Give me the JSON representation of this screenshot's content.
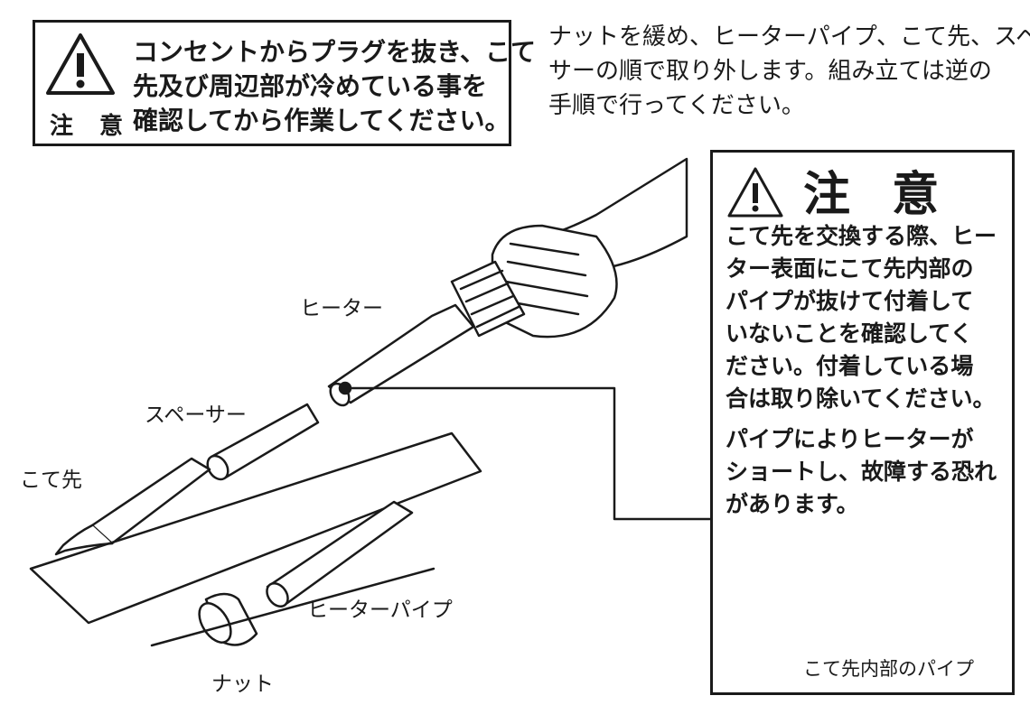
{
  "top_warning": {
    "title": "注 意",
    "lines": [
      "コンセントからプラグを抜き、こて",
      "先及び周辺部が冷めている事を",
      "確認してから作業してください。"
    ]
  },
  "instruction": {
    "lines": [
      "ナットを緩め、ヒーターパイプ、こて先、スペー",
      "サーの順で取り外します。組み立ては逆の",
      "手順で行ってください。"
    ]
  },
  "caution_box": {
    "title": "注 意",
    "paragraph1": [
      "こて先を交換する際、ヒー",
      "ター表面にこて先内部の",
      "パイプが抜けて付着して",
      "いないことを確認してく",
      "ださい。付着している場",
      "合は取り除いてください。"
    ],
    "paragraph2": [
      "パイプによりヒーターが",
      "ショートし、故障する恐れ",
      "があります。"
    ],
    "pipe_label": "こて先内部のパイプ"
  },
  "labels": {
    "heater": "ヒーター",
    "spacer": "スペーサー",
    "tip": "こて先",
    "heater_pipe": "ヒーターパイプ",
    "nut": "ナット"
  },
  "colors": {
    "ink": "#1a1a1a",
    "pipe_fill": "#8c8c8c"
  }
}
